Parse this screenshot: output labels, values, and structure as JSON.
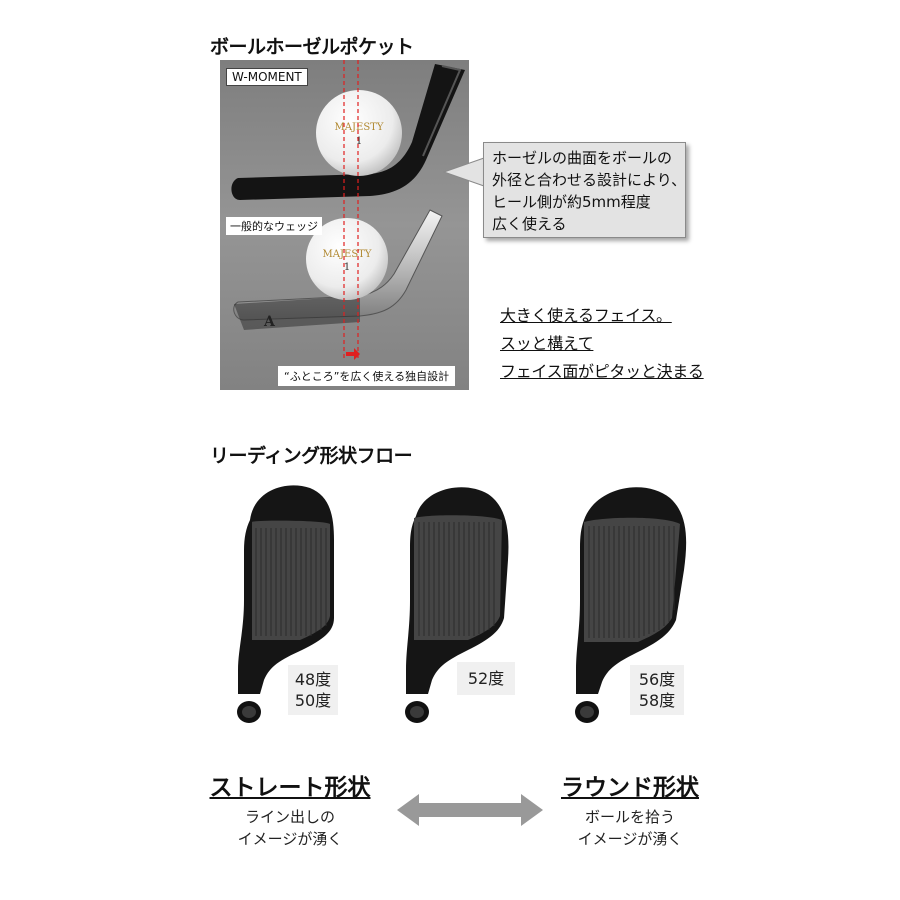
{
  "section1": {
    "title": "ボールホーゼルポケット",
    "photo": {
      "top_label": "W-MOMENT",
      "ball_brand": "MAJESTY",
      "ball_number": "1",
      "generic_label": "一般的なウェッジ",
      "club_mark": "A",
      "caption": "“ふところ”を広く使える独自設計"
    },
    "callout_lines": [
      "ホーゼルの曲面をボールの",
      "外径と合わせる設計により、",
      "ヒール側が約5mm程度",
      "広く使える"
    ],
    "features": [
      "大きく使えるフェイス。",
      "スッと構えて",
      "フェイス面がピタッと決まる"
    ]
  },
  "section2": {
    "title": "リーディング形状フロー",
    "clubs": [
      {
        "degrees": [
          "48度",
          "50度"
        ]
      },
      {
        "degrees": [
          "52度"
        ]
      },
      {
        "degrees": [
          "56度",
          "58度"
        ]
      }
    ],
    "left": {
      "title": "ストレート形状",
      "sub": [
        "ライン出しの",
        "イメージが湧く"
      ]
    },
    "right": {
      "title": "ラウンド形状",
      "sub": [
        "ボールを拾う",
        "イメージが湧く"
      ]
    }
  },
  "colors": {
    "photo_bg": "#8c8c8c",
    "club_head": "#151515",
    "groove_face": "#454545",
    "arrow": "#999999",
    "marker_red": "#e02020"
  }
}
